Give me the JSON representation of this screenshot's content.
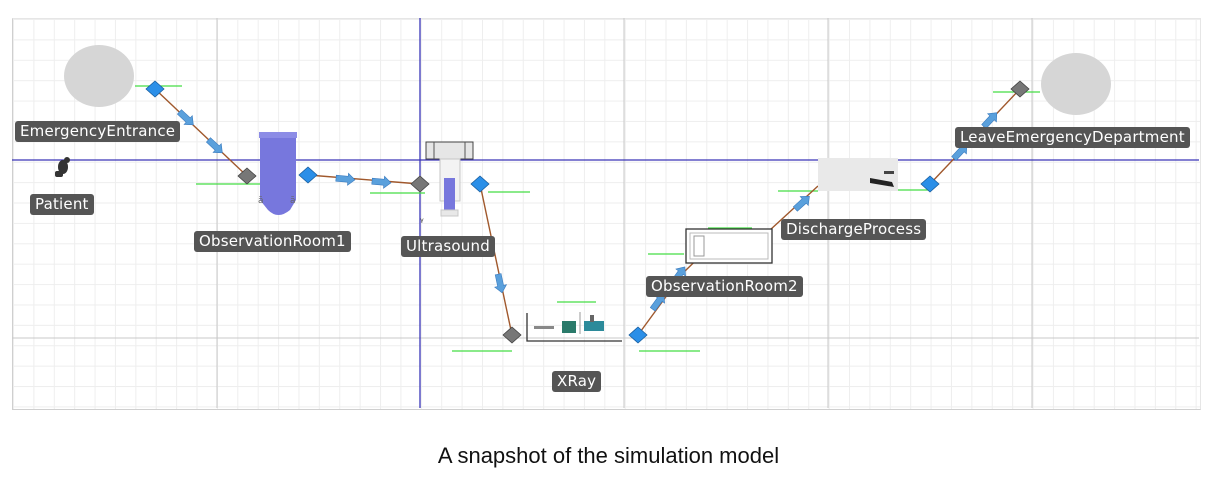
{
  "colors": {
    "grid_minor": "#eeeeee",
    "grid_major": "#c8c8c8",
    "axis_line": "#3a35b8",
    "connector": "#a0582c",
    "port_in": "#777777",
    "port_out": "#2b8fe8",
    "arrow_fill": "#5aa0dc",
    "queue_line": "#44dd44",
    "label_bg": "#555555",
    "label_text": "#ffffff",
    "room_fill": "#7777dd",
    "node_fill": "#d6d6d6"
  },
  "blocks": {
    "emergency_entrance": "EmergencyEntrance",
    "patient": "Patient",
    "observation_room_1": "ObservationRoom1",
    "ultrasound": "Ultrasound",
    "xray": "XRay",
    "observation_room_2": "ObservationRoom2",
    "discharge_process": "DischargeProcess",
    "leave_emergency_department": "LeaveEmergencyDepartment"
  },
  "caption": "A snapshot of the simulation model"
}
